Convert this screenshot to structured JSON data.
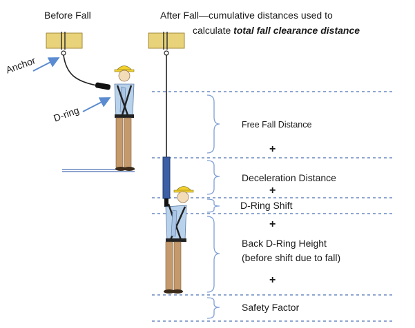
{
  "headings": {
    "before": "Before Fall",
    "after_line1": "After Fall—cumulative distances used to",
    "after_line2_prefix": "calculate ",
    "after_line2_emphasis": "total fall clearance distance"
  },
  "labels": {
    "anchor": "Anchor",
    "dring": "D-ring"
  },
  "sections": {
    "free_fall": "Free Fall Distance",
    "deceleration": "Deceleration  Distance",
    "dring_shift": "D-Ring Shift",
    "back_dring_line1": "Back D-Ring Height",
    "back_dring_line2": "(before shift due to fall)",
    "safety_factor": "Safety Factor"
  },
  "plus": "+",
  "colors": {
    "dash": "#4a6fb5",
    "bracket": "#7f9fd4",
    "arrow": "#5b8bd0",
    "beam": "#e9d37a",
    "shirt": "#b9d2ec",
    "pants": "#c49a6c",
    "helmet": "#f2d12e",
    "skin": "#f3dcb8",
    "lanyard_blue": "#3c5fa5"
  }
}
